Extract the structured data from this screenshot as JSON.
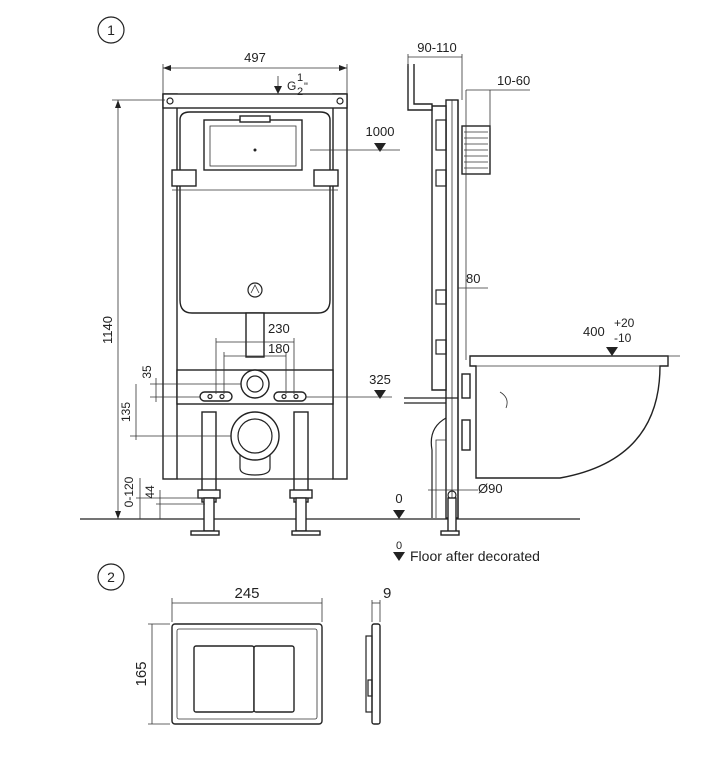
{
  "sections": {
    "frame": {
      "marker": "1"
    },
    "plate": {
      "marker": "2"
    }
  },
  "dims": {
    "width_497": "497",
    "inlet_g": "G",
    "inlet_frac_num": "1",
    "inlet_frac_den": "2",
    "inlet_inch": "\"",
    "height_1000": "1000",
    "height_1140": "1140",
    "spacing_230": "230",
    "spacing_180": "180",
    "height_35": "35",
    "height_135": "135",
    "height_325": "325",
    "range_0_120": "0-120",
    "height_44": "44",
    "floor_0": "0",
    "floor_note_0": "0",
    "floor_note": "Floor after decorated",
    "depth_90_110": "90-110",
    "wall_10_60": "10-60",
    "depth_80": "80",
    "bowl_400": "400",
    "bowl_tol_plus": "+20",
    "bowl_tol_minus": "-10",
    "pipe_90": "Ø90",
    "plate_w_245": "245",
    "plate_h_165": "165",
    "plate_t_9": "9"
  },
  "icons": {
    "level_marker": "down-triangle-icon",
    "section_marker": "circled-number-icon"
  }
}
